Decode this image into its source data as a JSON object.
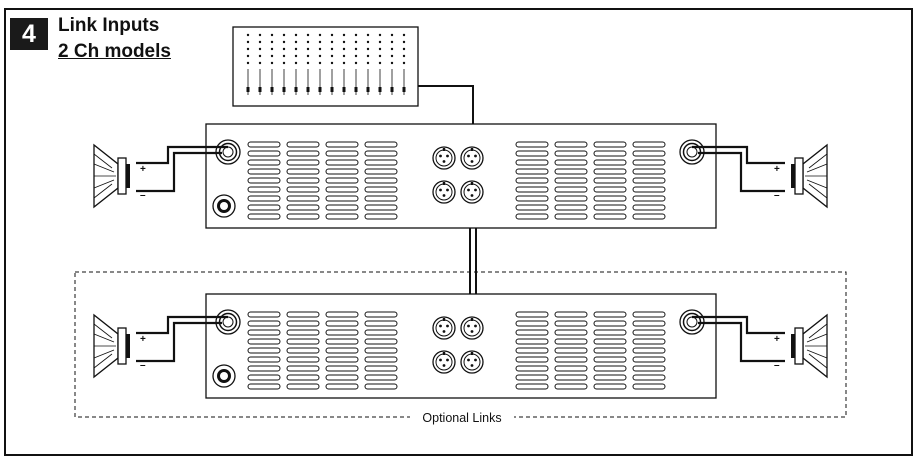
{
  "header": {
    "step_number": "4",
    "title": "Link Inputs",
    "subtitle": "2 Ch models"
  },
  "diagram": {
    "optional_links_label": "Optional Links",
    "terminal_plus": "+",
    "terminal_minus": "–"
  },
  "colors": {
    "line": "#111111",
    "background": "#ffffff"
  }
}
